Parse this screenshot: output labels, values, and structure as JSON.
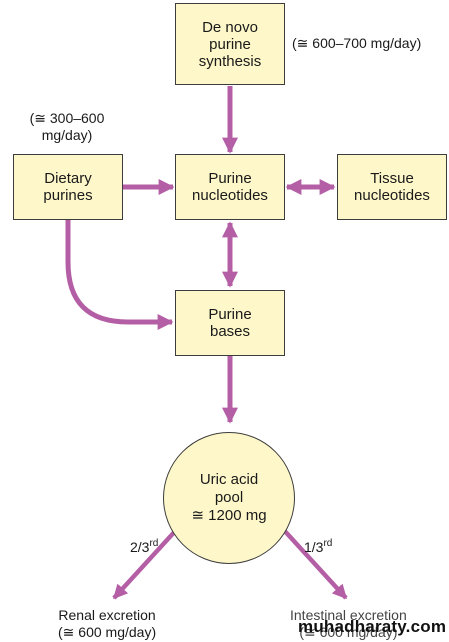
{
  "colors": {
    "arrow": "#b45fa5",
    "box_fill": "#fdf7c9",
    "box_border": "#3d3d3d"
  },
  "boxes": {
    "de_novo": {
      "line1": "De novo",
      "line2": "purine",
      "line3": "synthesis"
    },
    "dietary": {
      "line1": "Dietary",
      "line2": "purines"
    },
    "nucleotides": {
      "line1": "Purine",
      "line2": "nucleotides"
    },
    "tissue": {
      "line1": "Tissue",
      "line2": "nucleotides"
    },
    "bases": {
      "line1": "Purine",
      "line2": "bases"
    }
  },
  "pool": {
    "line1": "Uric acid",
    "line2": "pool",
    "line3": "≅ 1200 mg"
  },
  "notes": {
    "de_novo_rate": "(≅ 600–700 mg/day)",
    "dietary_rate_1": "(≅ 300–600",
    "dietary_rate_2": "mg/day)"
  },
  "fractions": {
    "renal": {
      "num": "2/3",
      "sup": "rd"
    },
    "intestinal": {
      "num": "1/3",
      "sup": "rd"
    }
  },
  "outputs": {
    "renal_1": "Renal excretion",
    "renal_2": "(≅ 600 mg/day)",
    "intestinal_1": "Intestinal excretion",
    "intestinal_2": "(≅ 600 mg/day)"
  },
  "watermark": "muhadharaty.com"
}
